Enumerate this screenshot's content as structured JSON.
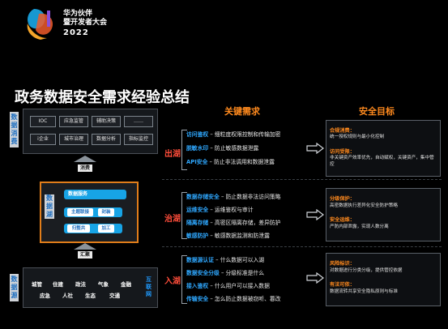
{
  "logo": {
    "line1": "华为伙伴",
    "line2": "暨开发者大会",
    "year": "2022",
    "colors": [
      "#19a8e8",
      "#ef5b2a",
      "#f4a42a",
      "#8a4fd8"
    ]
  },
  "title": "政务数据安全需求经验总结",
  "headers": {
    "requirements": "关键需求",
    "goals": "安全目标"
  },
  "left": {
    "consume_label": "数据消费",
    "consume_cells": [
      "IOC",
      "应急监管",
      "辅助决策",
      "……",
      "i企业",
      "城市治理",
      "数据分析",
      "指标监控"
    ],
    "consume_tag": "消费",
    "lake_label": "数据湖",
    "lake_service": "数据服务",
    "lake_row1": [
      "主题联接",
      "封装"
    ],
    "lake_row2": [
      "归整共",
      "加工"
    ],
    "collect_tag": "汇聚",
    "source_label": "数据源",
    "sources_row1": [
      "城管",
      "住建",
      "政法",
      "气象",
      "金融"
    ],
    "sources_row2": [
      "应急",
      "人社",
      "生态",
      "交通"
    ],
    "source_right": "互联网"
  },
  "stages": [
    {
      "name": "出湖",
      "items": [
        {
          "key": "访问鉴权",
          "text": " – 细粒度权限控制和传输加密"
        },
        {
          "key": "脱敏水印",
          "text": " – 防止敏感数据泄露"
        },
        {
          "key": "API安全",
          "text": " – 防止非法调用和数据泄露"
        }
      ],
      "goals": [
        {
          "title": "合规消费：",
          "desc": "统一授权规则与最小化控制"
        },
        {
          "title": "访问受限：",
          "desc": "非关键资产效率优先，自动赋权，关键资产，集中管控"
        }
      ]
    },
    {
      "name": "治湖",
      "items": [
        {
          "key": "数据存储安全",
          "text": " – 防止数据非法访问策略"
        },
        {
          "key": "运维安全",
          "text": " – 运维鉴权与审计"
        },
        {
          "key": "隔离存储",
          "text": " – 高密区隔离存储，差异防护"
        },
        {
          "key": "敏感防护",
          "text": " – 敏感数据监测和防泄露"
        }
      ],
      "goals": [
        {
          "title": "分级保护：",
          "desc": "高密数据执行差异化安全防护策略"
        },
        {
          "title": "安全运维：",
          "desc": "严防内部泄露，实现人数分离"
        }
      ]
    },
    {
      "name": "入湖",
      "items": [
        {
          "key": "数据源认证",
          "text": " – 什么数据可以入湖"
        },
        {
          "key": "数据安全分级",
          "text": " – 分级标准是什么"
        },
        {
          "key": "接入鉴权",
          "text": " – 什么用户可以接入数据"
        },
        {
          "key": "传输安全",
          "text": " – 怎么防止数据被窃听、篡改"
        }
      ],
      "goals": [
        {
          "title": "风险标识：",
          "desc": "对数据进行分类分级，提供管控依据"
        },
        {
          "title": "有法可依：",
          "desc": "数据流转共享安全隐私原则与标准"
        }
      ]
    }
  ]
}
